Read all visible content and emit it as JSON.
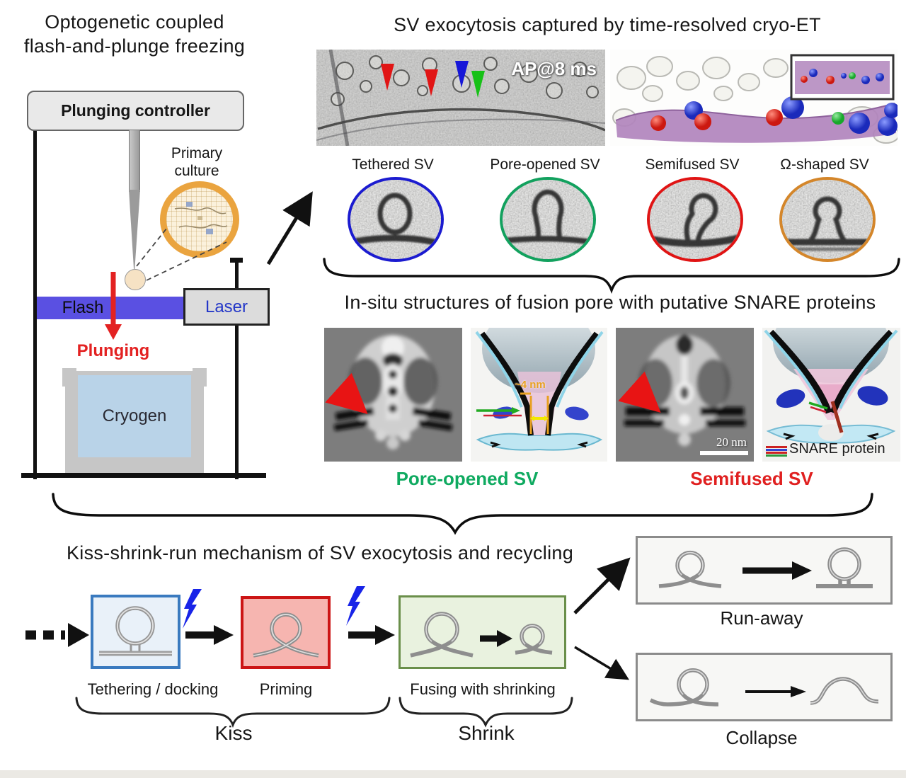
{
  "figure": {
    "left_title_line1": "Optogenetic coupled",
    "left_title_line2": "flash-and-plunge freezing",
    "right_title": "SV exocytosis captured by time-resolved cryo-ET",
    "insitu_title": "In-situ structures of fusion pore with putative SNARE proteins",
    "mechanism_title": "Kiss-shrink-run mechanism of SV exocytosis and recycling"
  },
  "apparatus": {
    "controller": "Plunging controller",
    "primary_culture_line1": "Primary",
    "primary_culture_line2": "culture",
    "flash": "Flash",
    "laser": "Laser",
    "plunging": "Plunging",
    "cryogen": "Cryogen",
    "colors": {
      "beam": "#5a50e2",
      "laser_text": "#2437c8",
      "plunging_text": "#e32222",
      "cryogen_fill": "#b9d3e8",
      "culture_ring": "#eaa43f"
    }
  },
  "em_panel": {
    "timestamp": "AP@8 ms",
    "arrowheads": [
      {
        "name": "tethered",
        "color": "#e11515"
      },
      {
        "name": "semifused",
        "color": "#e11515"
      },
      {
        "name": "pore-opened",
        "color": "#1717d8"
      },
      {
        "name": "omega",
        "color": "#17c117"
      }
    ]
  },
  "sv_types": [
    {
      "label": "Tethered SV",
      "color": "#1b1bd0"
    },
    {
      "label": "Pore-opened SV",
      "color": "#12a15e"
    },
    {
      "label": "Semifused SV",
      "color": "#e01414"
    },
    {
      "label": "Ω-shaped SV",
      "color": "#d4862a"
    }
  ],
  "insitu": {
    "measure": "~4 nm",
    "measure_color": "#e8a020",
    "scale_bar": "20 nm",
    "snare_legend": "SNARE protein",
    "snare_colors": [
      "#cc2222",
      "#2c46d4",
      "#cc2222",
      "#2c9a3c"
    ],
    "captions": [
      {
        "label": "Pore-opened SV",
        "color": "#0faa60"
      },
      {
        "label": "Semifused SV",
        "color": "#e02020"
      }
    ]
  },
  "mechanism": {
    "bolt_color": "#1824e8",
    "stages": [
      {
        "label": "Tethering / docking",
        "box_border": "#3a7abf",
        "box_fill": "#e9f1f9"
      },
      {
        "label": "Priming",
        "box_border": "#cc1515",
        "box_fill": "#f6b5b0"
      },
      {
        "label": "Fusing with shrinking",
        "box_border": "#6a8f4a",
        "box_fill": "#e9f2df"
      }
    ],
    "groups": [
      {
        "label": "Kiss"
      },
      {
        "label": "Shrink"
      }
    ],
    "outcomes": [
      {
        "label": "Run-away"
      },
      {
        "label": "Collapse"
      }
    ]
  }
}
